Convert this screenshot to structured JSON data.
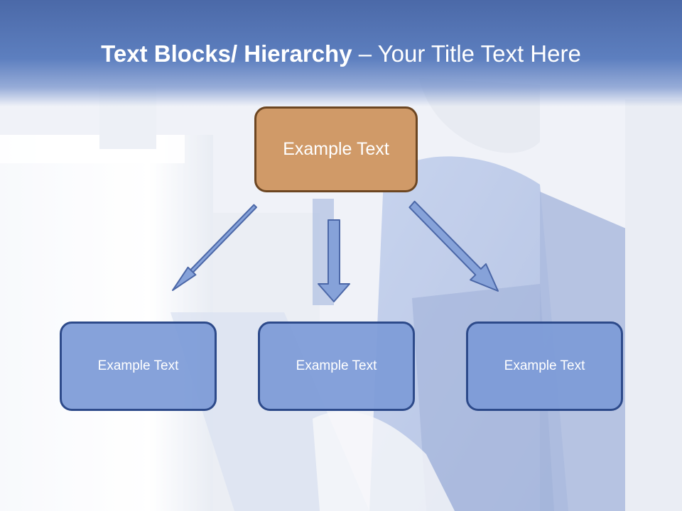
{
  "title": {
    "bold": "Text Blocks/ Hierarchy",
    "regular": " – Your Title Text Here"
  },
  "hierarchy": {
    "top": "Example Text",
    "children": [
      "Example Text",
      "Example Text",
      "Example Text"
    ]
  },
  "colors": {
    "title_bar": "#5d7fbf",
    "top_box_fill": "#d09a68",
    "top_box_border": "#6c4622",
    "child_box_fill": "#7d9bd7",
    "child_box_border": "#2d4a8a",
    "arrow_fill": "#86a2d9",
    "arrow_stroke": "#4b67a7",
    "text": "#ffffff"
  }
}
